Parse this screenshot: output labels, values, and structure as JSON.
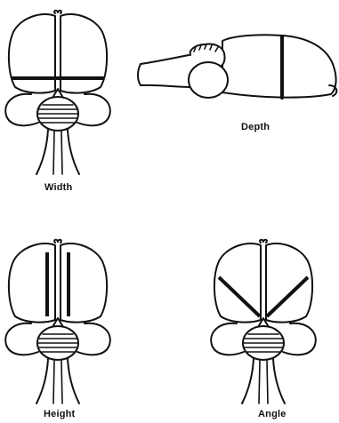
{
  "panels": [
    {
      "id": "width",
      "label": "Width"
    },
    {
      "id": "depth",
      "label": "Depth"
    },
    {
      "id": "height",
      "label": "Height"
    },
    {
      "id": "angle",
      "label": "Angle"
    }
  ],
  "colors": {
    "stroke": "#111111",
    "background": "#ffffff"
  },
  "icons": [
    "brain-dorsal-view-icon",
    "brain-lateral-view-icon"
  ]
}
